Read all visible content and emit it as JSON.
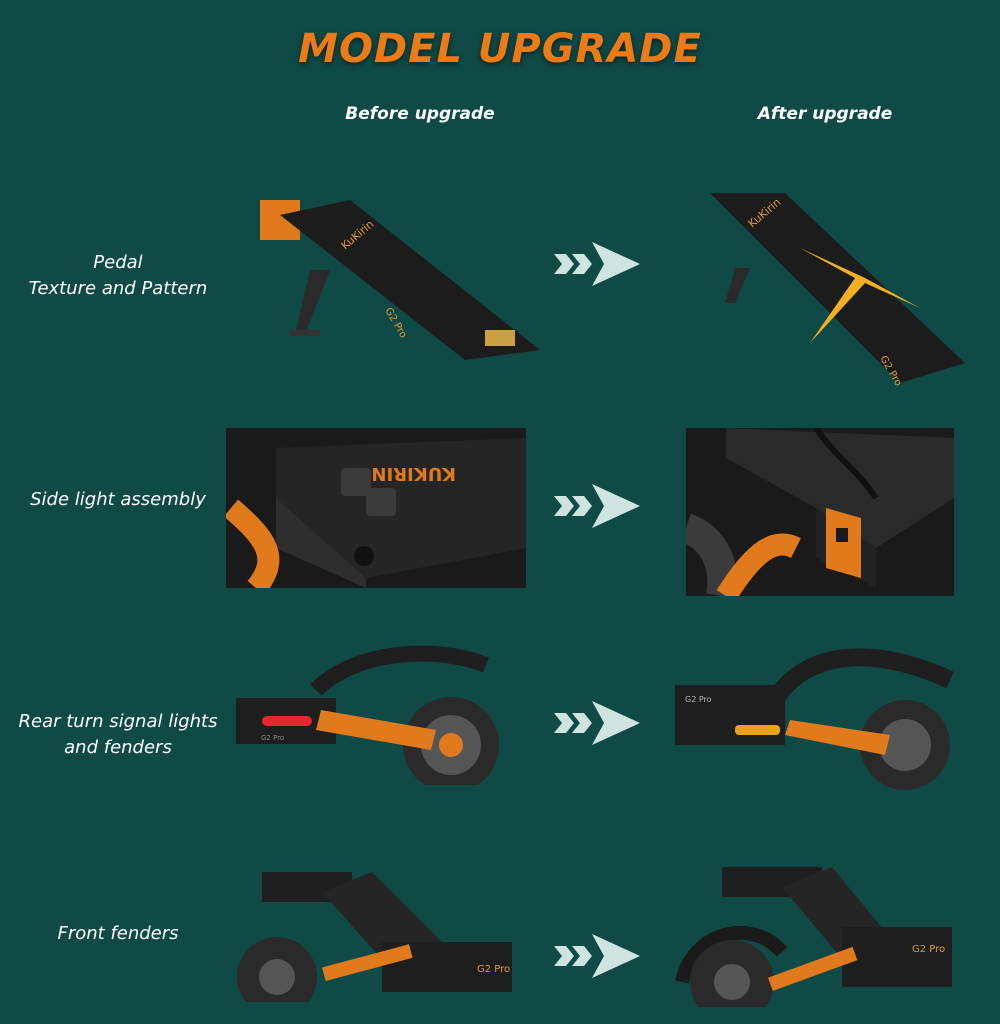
{
  "header": {
    "title": "MODEL UPGRADE"
  },
  "columns": {
    "before": "Before upgrade",
    "after": "After upgrade"
  },
  "rows": [
    {
      "label": "Pedal\nTexture and Pattern",
      "before_logo": "KuKirin",
      "before_model": "G2 Pro",
      "after_logo": "KuKirin",
      "after_model": "G2 Pro"
    },
    {
      "label": "Side light assembly",
      "before_logo": "KUKIRIN"
    },
    {
      "label": "Rear turn signal lights\nand fenders",
      "before_model": "G2 Pro",
      "after_model": "G2 Pro"
    },
    {
      "label": "Front fenders",
      "before_model": "G2 Pro",
      "after_model": "G2 Pro"
    }
  ],
  "colors": {
    "background": "#0f4a47",
    "accent": "#ec7a16",
    "arrow": "#cfe3e0",
    "deck": "#1c1c1c"
  }
}
